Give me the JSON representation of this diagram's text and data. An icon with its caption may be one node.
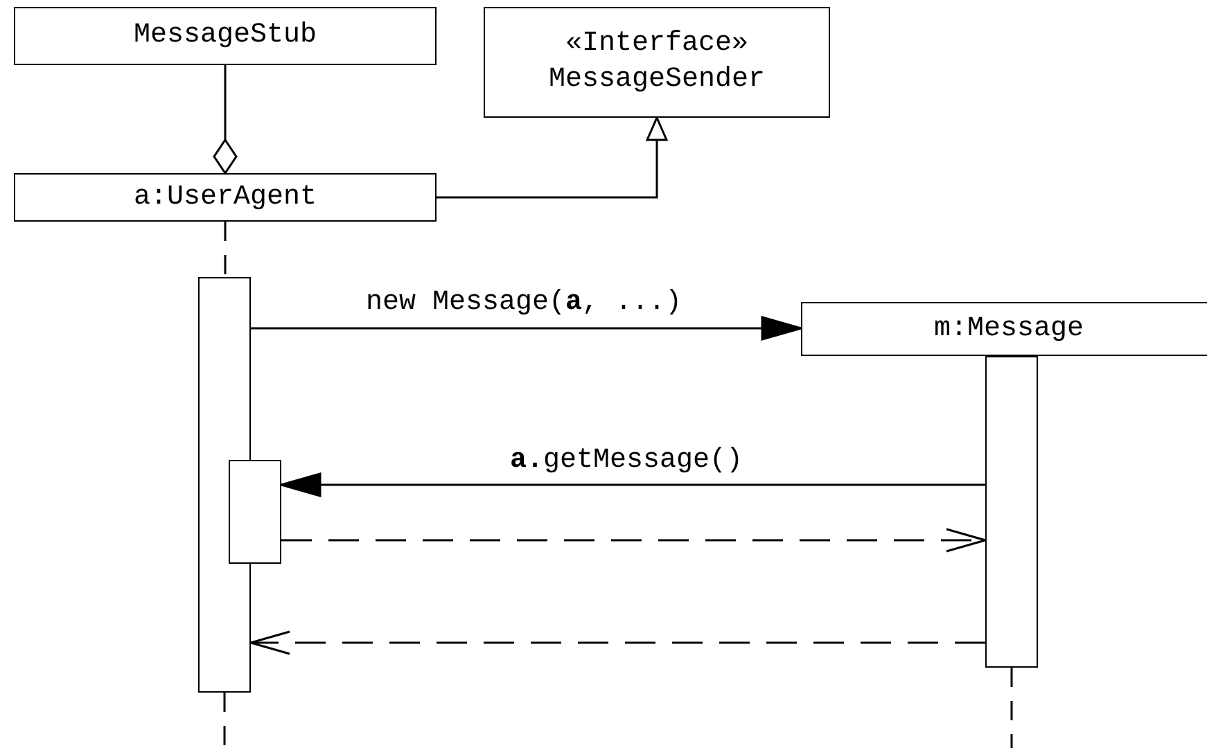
{
  "diagram": {
    "nodes": [
      {
        "text": [
          "MessageStub"
        ]
      },
      {
        "text": [
          "«Interface»",
          "MessageSender"
        ]
      },
      {
        "text": [
          "a:UserAgent"
        ]
      },
      {
        "text": [],
        "shape": "bar"
      },
      {
        "text": [],
        "shape": "bar"
      },
      {
        "text": [
          "m:Message"
        ]
      },
      {
        "text": [],
        "shape": "bar"
      }
    ],
    "edges": [
      {
        "from": 0,
        "to": 2,
        "arrow": "other"
      },
      {
        "from": 2,
        "to": 1,
        "arrow": "to"
      },
      {
        "from": 2,
        "to": 3,
        "arrow": "none",
        "style": "dashed"
      },
      {
        "from": 3,
        "to": 5,
        "arrow": "to",
        "label": "new Message(**a**, ...)"
      },
      {
        "from": 6,
        "to": 4,
        "arrow": "to",
        "label": "**a.**getMessage()"
      },
      {
        "from": 4,
        "to": 6,
        "arrow": "to",
        "style": "dashed"
      },
      {
        "from": 6,
        "to": 3,
        "arrow": "to",
        "style": "dashed"
      }
    ]
  }
}
